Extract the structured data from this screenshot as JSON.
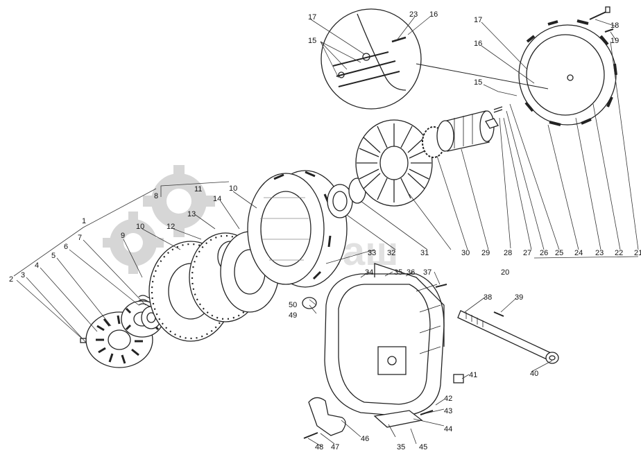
{
  "watermark": {
    "text": "СпецМаш",
    "color": "#bdbdbd"
  },
  "callouts": [
    {
      "id": "c1",
      "text": "1"
    },
    {
      "id": "c2",
      "text": "2"
    },
    {
      "id": "c3",
      "text": "3"
    },
    {
      "id": "c4",
      "text": "4"
    },
    {
      "id": "c5",
      "text": "5"
    },
    {
      "id": "c6",
      "text": "6"
    },
    {
      "id": "c7",
      "text": "7"
    },
    {
      "id": "c8",
      "text": "8"
    },
    {
      "id": "c9",
      "text": "9"
    },
    {
      "id": "c10a",
      "text": "10"
    },
    {
      "id": "c10b",
      "text": "10"
    },
    {
      "id": "c11",
      "text": "11"
    },
    {
      "id": "c12",
      "text": "12"
    },
    {
      "id": "c13",
      "text": "13"
    },
    {
      "id": "c14",
      "text": "14"
    },
    {
      "id": "c15a",
      "text": "15"
    },
    {
      "id": "c15b",
      "text": "15"
    },
    {
      "id": "c16a",
      "text": "16"
    },
    {
      "id": "c16b",
      "text": "16"
    },
    {
      "id": "c17a",
      "text": "17"
    },
    {
      "id": "c17b",
      "text": "17"
    },
    {
      "id": "c18",
      "text": "18"
    },
    {
      "id": "c19",
      "text": "19"
    },
    {
      "id": "c20",
      "text": "20"
    },
    {
      "id": "c21",
      "text": "21"
    },
    {
      "id": "c22",
      "text": "22"
    },
    {
      "id": "c23a",
      "text": "23"
    },
    {
      "id": "c23b",
      "text": "23"
    },
    {
      "id": "c24",
      "text": "24"
    },
    {
      "id": "c25",
      "text": "25"
    },
    {
      "id": "c26",
      "text": "26"
    },
    {
      "id": "c27",
      "text": "27"
    },
    {
      "id": "c28",
      "text": "28"
    },
    {
      "id": "c29",
      "text": "29"
    },
    {
      "id": "c30",
      "text": "30"
    },
    {
      "id": "c31",
      "text": "31"
    },
    {
      "id": "c32",
      "text": "32"
    },
    {
      "id": "c33",
      "text": "33"
    },
    {
      "id": "c34",
      "text": "34"
    },
    {
      "id": "c35a",
      "text": "35"
    },
    {
      "id": "c35b",
      "text": "35"
    },
    {
      "id": "c36",
      "text": "36"
    },
    {
      "id": "c37",
      "text": "37"
    },
    {
      "id": "c38",
      "text": "38"
    },
    {
      "id": "c39",
      "text": "39"
    },
    {
      "id": "c40",
      "text": "40"
    },
    {
      "id": "c41",
      "text": "41"
    },
    {
      "id": "c42",
      "text": "42"
    },
    {
      "id": "c43",
      "text": "43"
    },
    {
      "id": "c44",
      "text": "44"
    },
    {
      "id": "c45",
      "text": "45"
    },
    {
      "id": "c46",
      "text": "46"
    },
    {
      "id": "c47",
      "text": "47"
    },
    {
      "id": "c48",
      "text": "48"
    },
    {
      "id": "c49",
      "text": "49"
    },
    {
      "id": "c50",
      "text": "50"
    }
  ]
}
